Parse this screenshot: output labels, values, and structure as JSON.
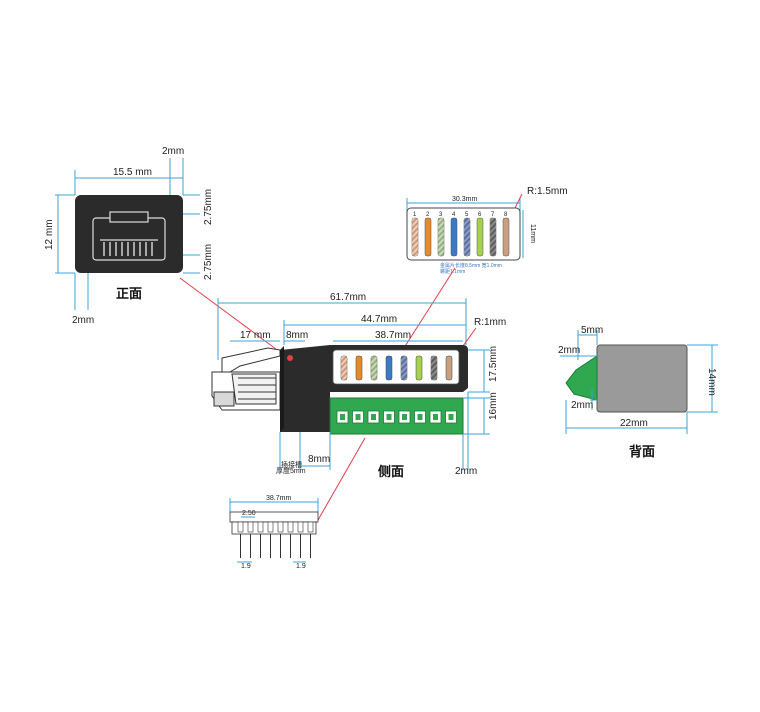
{
  "front": {
    "label": "正面",
    "dim_width": "15.5 mm",
    "dim_top_gap": "2mm",
    "dim_right_top": "2.75mm",
    "dim_right_bottom": "2.75mm",
    "dim_height": "12 mm",
    "dim_bottom_left": "2mm"
  },
  "side": {
    "label": "侧面",
    "dim_total": "61.7mm",
    "dim_body": "44.7mm",
    "dim_window": "38.7mm",
    "dim_plug": "17 mm",
    "dim_step": "8mm",
    "dim_radius": "R:1mm",
    "dim_height_top": "17.5mm",
    "dim_height_green": "16mm",
    "dim_bottom_left": "8mm",
    "dim_bottom_right": "2mm",
    "dim_tiny_note_1": "插接槽",
    "dim_tiny_note_2": "厚度5mm"
  },
  "top_view": {
    "dim_width": "30.3mm",
    "dim_radius": "R:1.5mm",
    "dim_height": "11mm",
    "note_line1": "金属片长度8.5mm 宽1.0mm",
    "note_line2": "螺距1.1mm",
    "pin_numbers": [
      "1",
      "2",
      "3",
      "4",
      "5",
      "6",
      "7",
      "8"
    ]
  },
  "back": {
    "label": "背面",
    "dim_top": "5mm",
    "dim_left_top": "2mm",
    "dim_left_bottom": "2mm",
    "dim_width": "22mm",
    "dim_height": "14mm"
  },
  "pins": {
    "dim_width": "38.7mm",
    "dim_pitch": "2.50",
    "dim_bottom_left": "1.9",
    "dim_bottom_right": "1.9"
  },
  "colors": {
    "body": "#2b2b2b",
    "green": "#2fa84f",
    "dimension_line": "#3aa6d8",
    "leader_line": "#e0404a",
    "back_grey": "#9a9a9a"
  },
  "wires": [
    "#f0a070",
    "#e88a2a",
    "#9ac070",
    "#3a78c8",
    "#2a4a9a",
    "#a8d050",
    "#2a2a2a",
    "#c8a080"
  ],
  "wire_patterns": [
    "striped",
    "solid",
    "striped",
    "solid",
    "striped",
    "solid",
    "striped",
    "solid"
  ]
}
